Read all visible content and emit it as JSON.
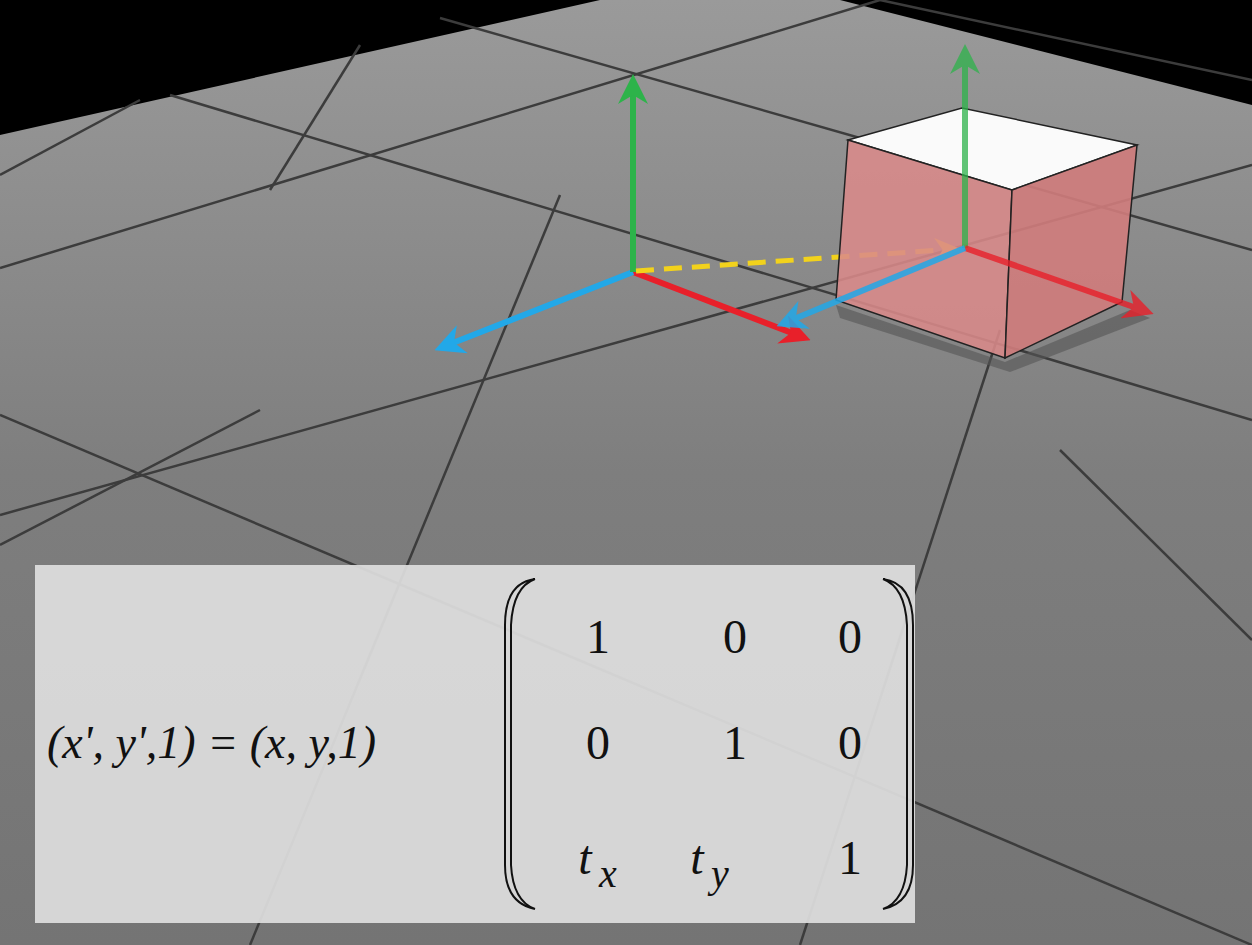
{
  "diagram": {
    "nodes": [
      {
        "text": [
          "(x', y',1) = (x, y,1)",
          "1",
          "0",
          "0",
          "0",
          "1",
          "0",
          "t",
          "x",
          "t",
          "y",
          "1"
        ]
      }
    ]
  }
}
